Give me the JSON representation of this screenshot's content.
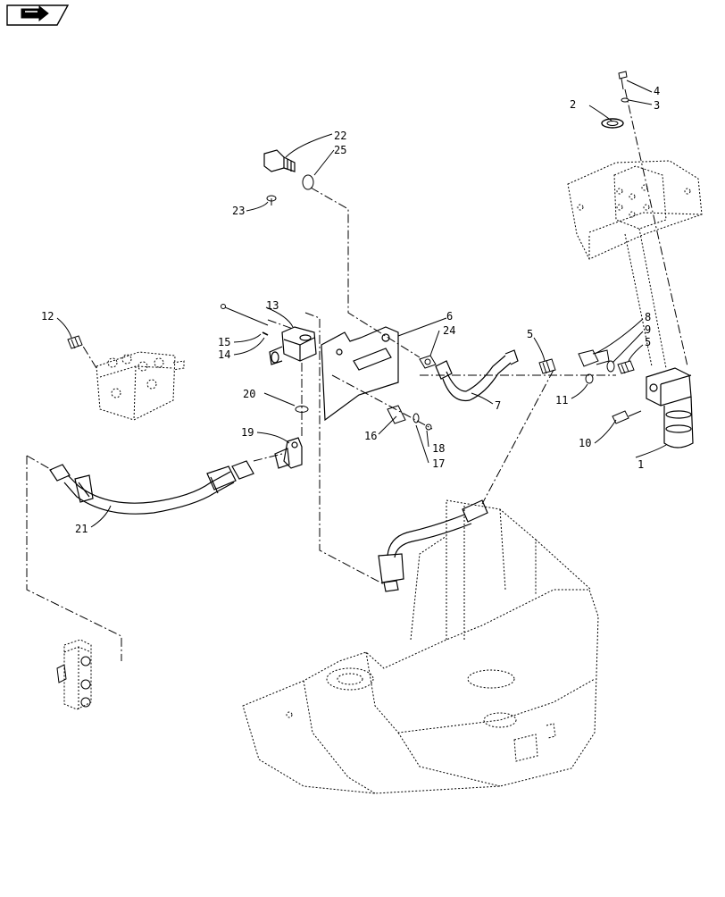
{
  "nav": {
    "icon": "forward-arrow-icon"
  },
  "callouts": [
    {
      "id": "c1",
      "label": "1"
    },
    {
      "id": "c2",
      "label": "2"
    },
    {
      "id": "c3",
      "label": "3"
    },
    {
      "id": "c4",
      "label": "4"
    },
    {
      "id": "c5a",
      "label": "5"
    },
    {
      "id": "c5b",
      "label": "5"
    },
    {
      "id": "c6",
      "label": "6"
    },
    {
      "id": "c7",
      "label": "7"
    },
    {
      "id": "c8",
      "label": "8"
    },
    {
      "id": "c9",
      "label": "9"
    },
    {
      "id": "c10",
      "label": "10"
    },
    {
      "id": "c11",
      "label": "11"
    },
    {
      "id": "c12",
      "label": "12"
    },
    {
      "id": "c13",
      "label": "13"
    },
    {
      "id": "c14",
      "label": "14"
    },
    {
      "id": "c15",
      "label": "15"
    },
    {
      "id": "c16",
      "label": "16"
    },
    {
      "id": "c17",
      "label": "17"
    },
    {
      "id": "c18",
      "label": "18"
    },
    {
      "id": "c19",
      "label": "19"
    },
    {
      "id": "c20",
      "label": "20"
    },
    {
      "id": "c21",
      "label": "21"
    },
    {
      "id": "c22",
      "label": "22"
    },
    {
      "id": "c23",
      "label": "23"
    },
    {
      "id": "c24",
      "label": "24"
    },
    {
      "id": "c25",
      "label": "25"
    }
  ]
}
